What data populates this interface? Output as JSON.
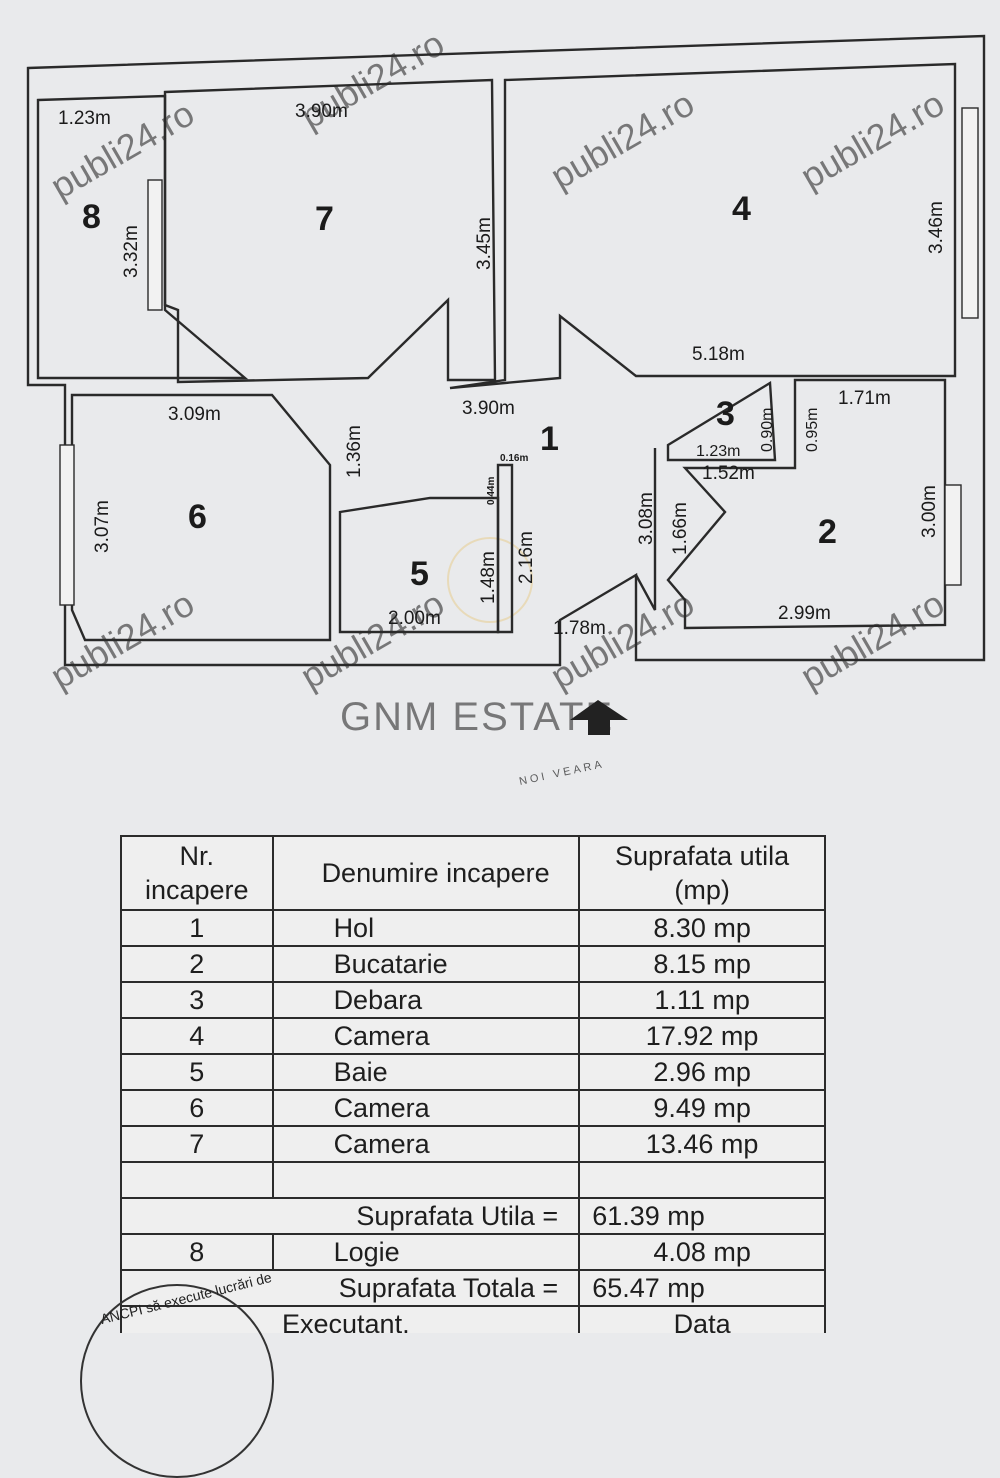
{
  "watermark": "publi24.ro",
  "brand": {
    "name": "GNM ESTATE",
    "sub": "NOI VEARA"
  },
  "floor_plan": {
    "rooms": [
      {
        "nr": "1",
        "label": "1"
      },
      {
        "nr": "2",
        "label": "2"
      },
      {
        "nr": "3",
        "label": "3"
      },
      {
        "nr": "4",
        "label": "4"
      },
      {
        "nr": "5",
        "label": "5"
      },
      {
        "nr": "6",
        "label": "6"
      },
      {
        "nr": "7",
        "label": "7"
      },
      {
        "nr": "8",
        "label": "8"
      }
    ],
    "dimensions": [
      "1.23m",
      "3.90m",
      "3.32m",
      "3.45m",
      "3.46m",
      "5.18m",
      "3.09m",
      "3.90m",
      "1.36m",
      "0.16m",
      "0.44m",
      "1.23m",
      "0.90m",
      "0.95m",
      "1.71m",
      "1.52m",
      "3.07m",
      "3.08m",
      "1.66m",
      "3.00m",
      "1.48m",
      "2.16m",
      "2.00m",
      "1.78m",
      "2.99m"
    ]
  },
  "table": {
    "headers": [
      "Nr. incapere",
      "Denumire incapere",
      "Suprafata utila (mp)"
    ],
    "rows": [
      {
        "nr": "1",
        "name": "Hol",
        "area": "8.30 mp"
      },
      {
        "nr": "2",
        "name": "Bucatarie",
        "area": "8.15 mp"
      },
      {
        "nr": "3",
        "name": "Debara",
        "area": "1.11 mp"
      },
      {
        "nr": "4",
        "name": "Camera",
        "area": "17.92 mp"
      },
      {
        "nr": "5",
        "name": "Baie",
        "area": "2.96 mp"
      },
      {
        "nr": "6",
        "name": "Camera",
        "area": "9.49 mp"
      },
      {
        "nr": "7",
        "name": "Camera",
        "area": "13.46 mp"
      }
    ],
    "suprafata_utila": {
      "label": "Suprafata Utila =",
      "value": "61.39 mp"
    },
    "logie": {
      "nr": "8",
      "name": "Logie",
      "area": "4.08 mp"
    },
    "suprafata_totala": {
      "label": "Suprafata Totala =",
      "value": "65.47 mp"
    },
    "footer": {
      "executant": "Executant,",
      "data": "Data"
    }
  },
  "stamp_text": "ANCPI să execute lucrări de"
}
